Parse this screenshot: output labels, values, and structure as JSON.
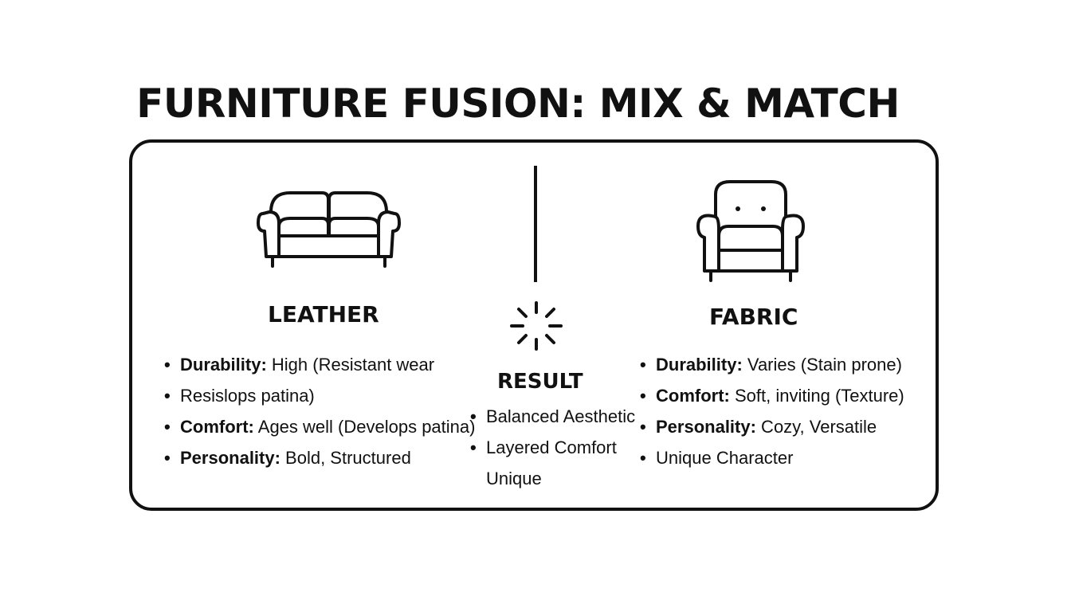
{
  "title": "FURNITURE FUSION: MIX & MATCH",
  "leather": {
    "heading": "LEATHER",
    "items": [
      {
        "bullet": "•",
        "label": "Durability:",
        "text": " High (Resistant wear"
      },
      {
        "bullet": "•",
        "label": "",
        "text": "Resislops patina)"
      },
      {
        "bullet": "•",
        "label": "Comfort:",
        "text": " Ages well (Develops patina)"
      },
      {
        "bullet": "•",
        "label": "Personality:",
        "text": " Bold, Structured"
      }
    ]
  },
  "result": {
    "heading": "RESULT",
    "items": [
      {
        "bullet": "•",
        "text": "Balanced Aesthetic"
      },
      {
        "bullet": "•",
        "text": "Layered Comfort"
      },
      {
        "bullet": "",
        "text": "Unique"
      }
    ]
  },
  "fabric": {
    "heading": "FABRIC",
    "items": [
      {
        "bullet": "•",
        "label": "Durability:",
        "text": " Varies (Stain prone)"
      },
      {
        "bullet": "•",
        "label": "Comfort:",
        "text": " Soft, inviting (Texture)"
      },
      {
        "bullet": "•",
        "label": "Personality:",
        "text": " Cozy, Versatile"
      },
      {
        "bullet": "•",
        "label": "",
        "text": "Unique Character"
      }
    ]
  },
  "icons": {
    "sofa": "sofa-icon",
    "chair": "armchair-icon",
    "spark": "sparkle-icon"
  },
  "colors": {
    "ink": "#111111",
    "background": "#ffffff"
  }
}
